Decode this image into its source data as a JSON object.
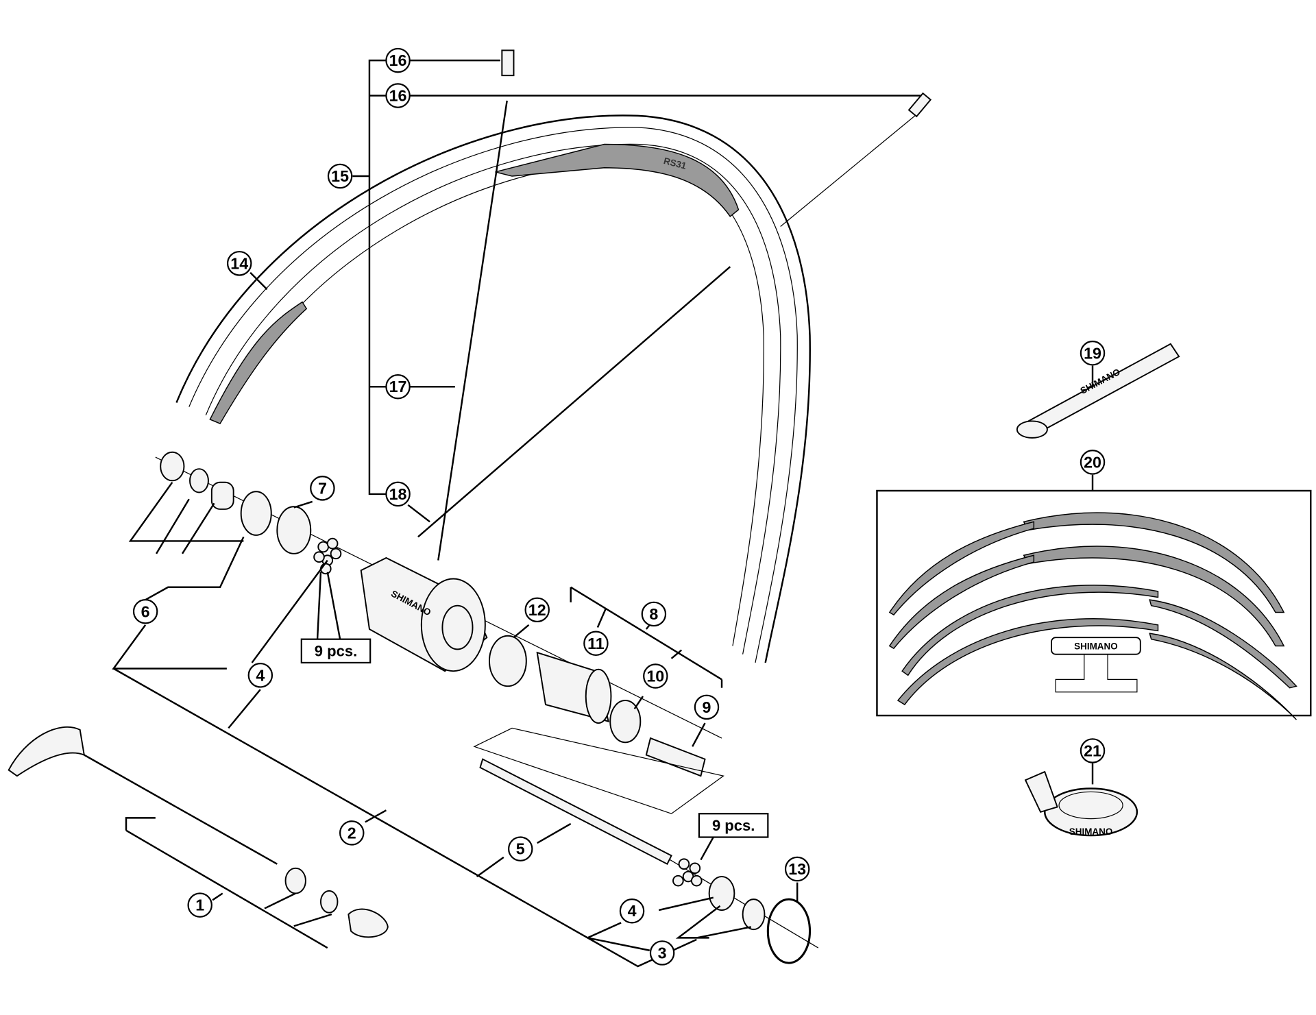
{
  "diagram": {
    "title": "Shimano rear wheel exploded view",
    "callouts": {
      "c16a": "16",
      "c16b": "16",
      "c15": "15",
      "c14": "14",
      "c17": "17",
      "c18": "18",
      "c7": "7",
      "c6": "6",
      "c4a": "4",
      "c12": "12",
      "c11": "11",
      "c8": "8",
      "c10": "10",
      "c9": "9",
      "c2": "2",
      "c5": "5",
      "c1": "1",
      "c4b": "4",
      "c3": "3",
      "c13": "13",
      "c19": "19",
      "c20": "20",
      "c21": "21"
    },
    "quantity_boxes": {
      "upper": "9 pcs.",
      "lower": "9 pcs."
    },
    "brand_marks": {
      "hub": "SHIMANO",
      "decal": "SHIMANO",
      "tape": "SHIMANO",
      "tool": "SHIMANO",
      "rim_model": "RS31"
    },
    "colors": {
      "line": "#000000",
      "shade": "#9a9a9a",
      "background": "#ffffff"
    }
  }
}
